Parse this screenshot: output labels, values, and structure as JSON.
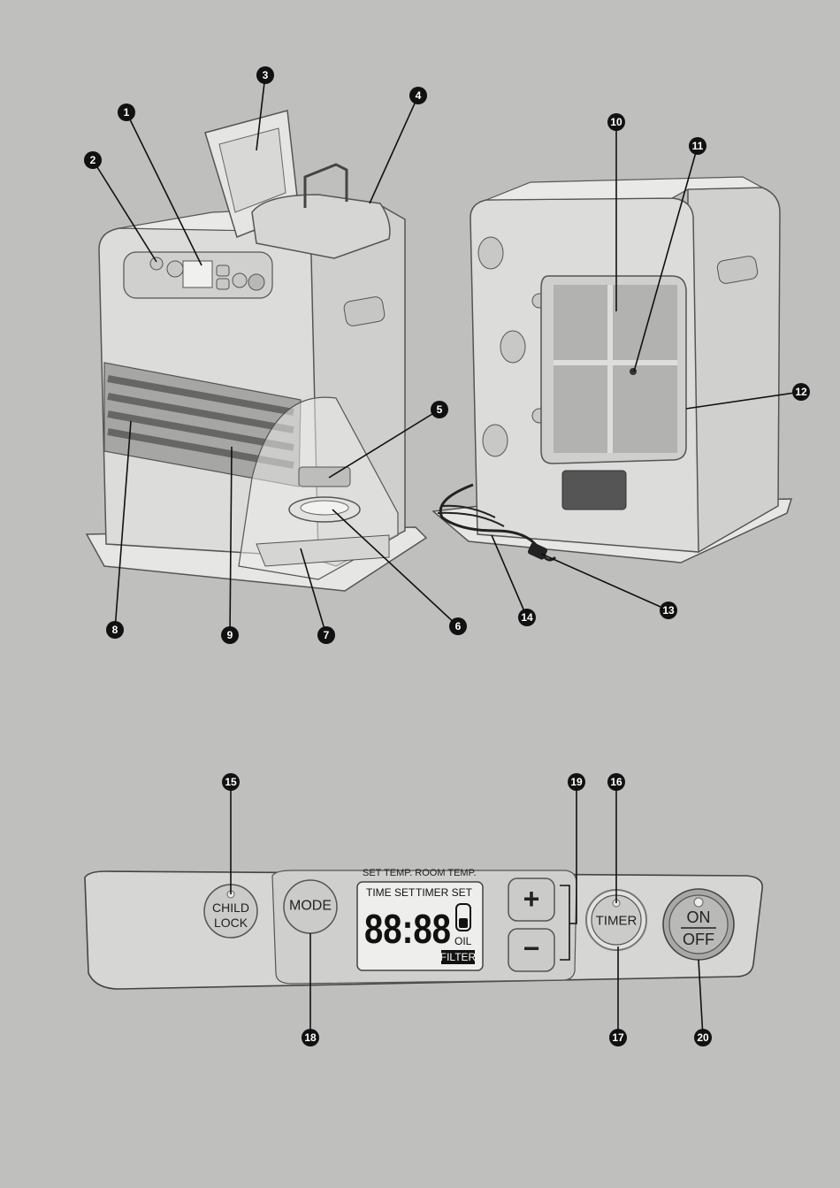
{
  "callouts": [
    {
      "label": "1"
    },
    {
      "label": "2"
    },
    {
      "label": "3"
    },
    {
      "label": "4"
    },
    {
      "label": "5"
    },
    {
      "label": "6"
    },
    {
      "label": "7"
    },
    {
      "label": "8"
    },
    {
      "label": "9"
    },
    {
      "label": "10"
    },
    {
      "label": "11"
    },
    {
      "label": "12"
    },
    {
      "label": "13"
    },
    {
      "label": "14"
    },
    {
      "label": "15"
    },
    {
      "label": "16"
    },
    {
      "label": "17"
    },
    {
      "label": "18"
    },
    {
      "label": "19"
    },
    {
      "label": "20"
    }
  ],
  "panel": {
    "header_label": "SET TEMP.  ROOM TEMP.",
    "child_lock_line1": "CHILD",
    "child_lock_line2": "LOCK",
    "mode_label": "MODE",
    "lcd": {
      "time_set": "TIME SET",
      "timer_set": "TIMER SET",
      "digits": "88:88",
      "oil": "OIL",
      "filter": "FILTER"
    },
    "plus_symbol": "+",
    "minus_symbol": "−",
    "timer_label": "TIMER",
    "on_label": "ON",
    "off_label": "OFF"
  },
  "colors": {
    "background": "#bfbfbe",
    "heater_body": "#dcdcda",
    "callout_fill": "#111111"
  }
}
